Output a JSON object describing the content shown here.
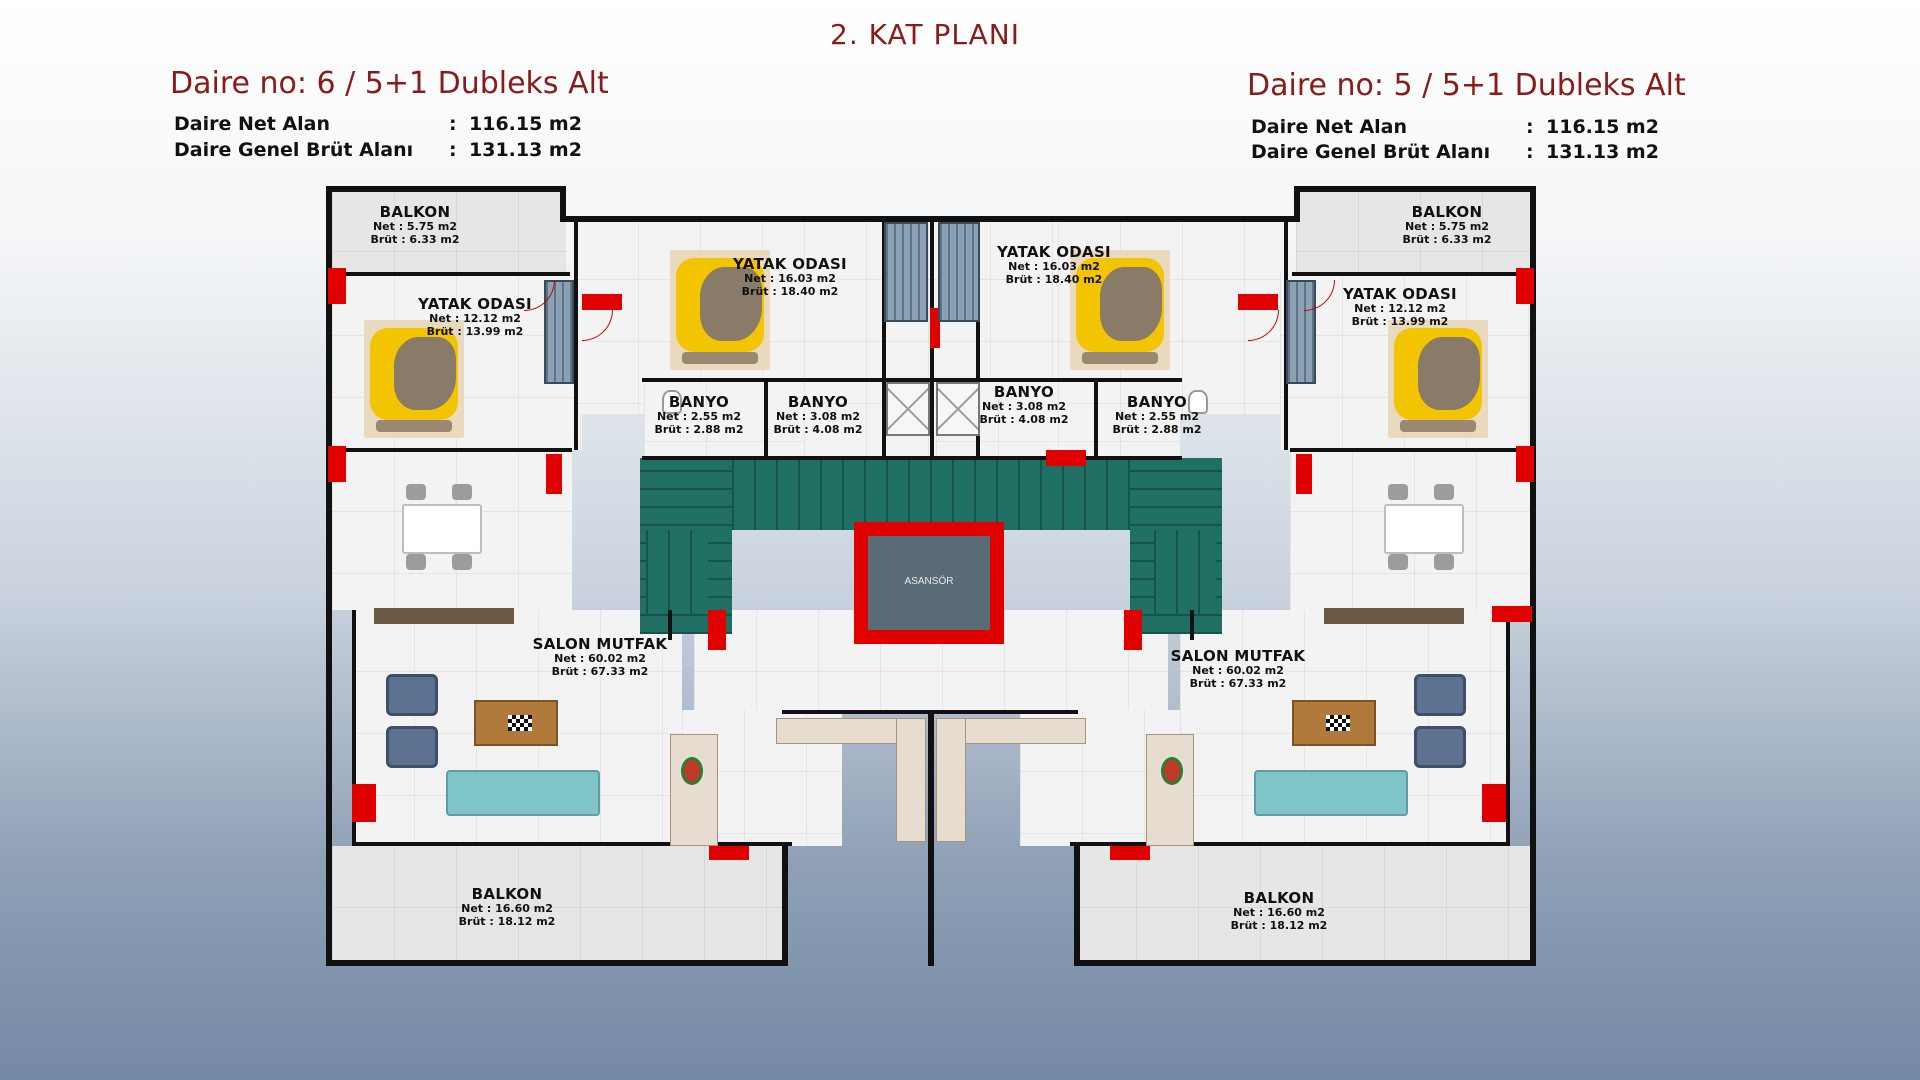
{
  "plan": {
    "title": "2. KAT PLANI",
    "units": [
      {
        "header": "Daire no:  6  / 5+1 Dubleks Alt",
        "net_label": "Daire Net Alan",
        "net_value": "116.15 m2",
        "gross_label": "Daire Genel Brüt Alanı",
        "gross_value": "131.13 m2",
        "colon": ":"
      },
      {
        "header": "Daire no:  5  / 5+1 Dubleks Alt",
        "net_label": "Daire Net Alan",
        "net_value": "116.15 m2",
        "gross_label": "Daire Genel Brüt Alanı",
        "gross_value": "131.13 m2",
        "colon": ":"
      }
    ],
    "rooms": {
      "balkon_tl": {
        "name": "BALKON",
        "net": "Net  : 5.75 m2",
        "brut": "Brüt : 6.33 m2"
      },
      "balkon_tr": {
        "name": "BALKON",
        "net": "Net  : 5.75 m2",
        "brut": "Brüt : 6.33 m2"
      },
      "yatak_l_outer": {
        "name": "YATAK ODASI",
        "net": "Net  : 12.12 m2",
        "brut": "Brüt : 13.99 m2"
      },
      "yatak_l_inner": {
        "name": "YATAK ODASI",
        "net": "Net  : 16.03 m2",
        "brut": "Brüt : 18.40 m2"
      },
      "yatak_r_inner": {
        "name": "YATAK ODASI",
        "net": "Net  : 16.03 m2",
        "brut": "Brüt : 18.40 m2"
      },
      "yatak_r_outer": {
        "name": "YATAK ODASI",
        "net": "Net  : 12.12 m2",
        "brut": "Brüt : 13.99 m2"
      },
      "banyo_l1": {
        "name": "BANYO",
        "net": "Net  : 2.55 m2",
        "brut": "Brüt : 2.88 m2"
      },
      "banyo_l2": {
        "name": "BANYO",
        "net": "Net  : 3.08 m2",
        "brut": "Brüt : 4.08 m2"
      },
      "banyo_r2": {
        "name": "BANYO",
        "net": "Net  : 3.08 m2",
        "brut": "Brüt : 4.08 m2"
      },
      "banyo_r1": {
        "name": "BANYO",
        "net": "Net  : 2.55 m2",
        "brut": "Brüt : 2.88 m2"
      },
      "salon_l": {
        "name": "SALON MUTFAK",
        "net": "Net  : 60.02 m2",
        "brut": "Brüt : 67.33 m2"
      },
      "salon_r": {
        "name": "SALON MUTFAK",
        "net": "Net  : 60.02 m2",
        "brut": "Brüt : 67.33 m2"
      },
      "balkon_bl": {
        "name": "BALKON",
        "net": "Net  : 16.60 m2",
        "brut": "Brüt : 18.12 m2"
      },
      "balkon_br": {
        "name": "BALKON",
        "net": "Net  : 16.60 m2",
        "brut": "Brüt : 18.12 m2"
      }
    },
    "elevator_label": "ASANSÖR",
    "colors": {
      "accent": "#8b1a1a",
      "column": "#e00000",
      "stairs": "#1f6f62",
      "elevator": "#5a6b78"
    }
  }
}
